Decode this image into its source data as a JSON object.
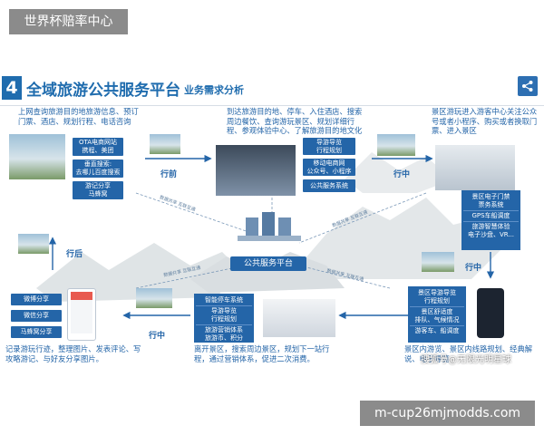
{
  "header_badge": "世界杯赔率中心",
  "footer_badge": "m-cup26mjmodds.com",
  "slide": {
    "number": "4",
    "title": "全域旅游公共服务平台",
    "subtitle": "业务需求分析",
    "center_label": "公共服务平台",
    "watermark": "搜狐号@无限光明星球"
  },
  "stages": {
    "before": "行前",
    "during_top": "行中",
    "during_bottom": "行中",
    "after": "行后"
  },
  "descriptions": {
    "before": "上网查询旅游目的地旅游信息、预订门票、酒店、规划行程、电话咨询",
    "arrive": "到达旅游目的地、停车、入住酒店、搜索周边餐饮、查询游玩景区、规划详细行程、参观体验中心、了解旅游目的地文化",
    "enter": "景区游玩进入游客中心关注公众号或者小程序、购买或者换取门票、进入景区",
    "in_scenic": "景区内游览、景区内线路规划、经典解说、电子导览",
    "leave": "离开景区，搜索周边景区，规划下一站行程，通过营销体系，促进二次消费。",
    "after": "记录游玩行迹，整理图片、发表评论、写攻略游记、与好友分享图片。"
  },
  "boxes": {
    "before": [
      "OTA电商网站\n携程、美团",
      "垂直搜索:\n去哪儿百度搜索",
      "游记分享\n马蜂窝"
    ],
    "arrive": [
      "导游导览\n行程规划",
      "移动电商网\n公众号、小程序",
      "公共服务系统"
    ],
    "enter": [
      "景区电子门禁\n票务系统",
      "GPS车船调度",
      "旅游智慧体验\n电子沙盘、VR..."
    ],
    "scenic": [
      "景区导游导览\n行程规划",
      "景区舒适度\n排队、气候情况",
      "游客车、船调度"
    ],
    "leave": [
      "智能停车系统",
      "导游导览\n行程规划",
      "旅游营销体系\n旅游币、积分"
    ],
    "after": [
      "微博分享",
      "微信分享",
      "马蜂窝分享"
    ]
  },
  "hub_labels": [
    "数据共享 互联互通",
    "数据共享 互联互通",
    "数据共享 互联互通",
    "数据共享 互联互通"
  ]
}
